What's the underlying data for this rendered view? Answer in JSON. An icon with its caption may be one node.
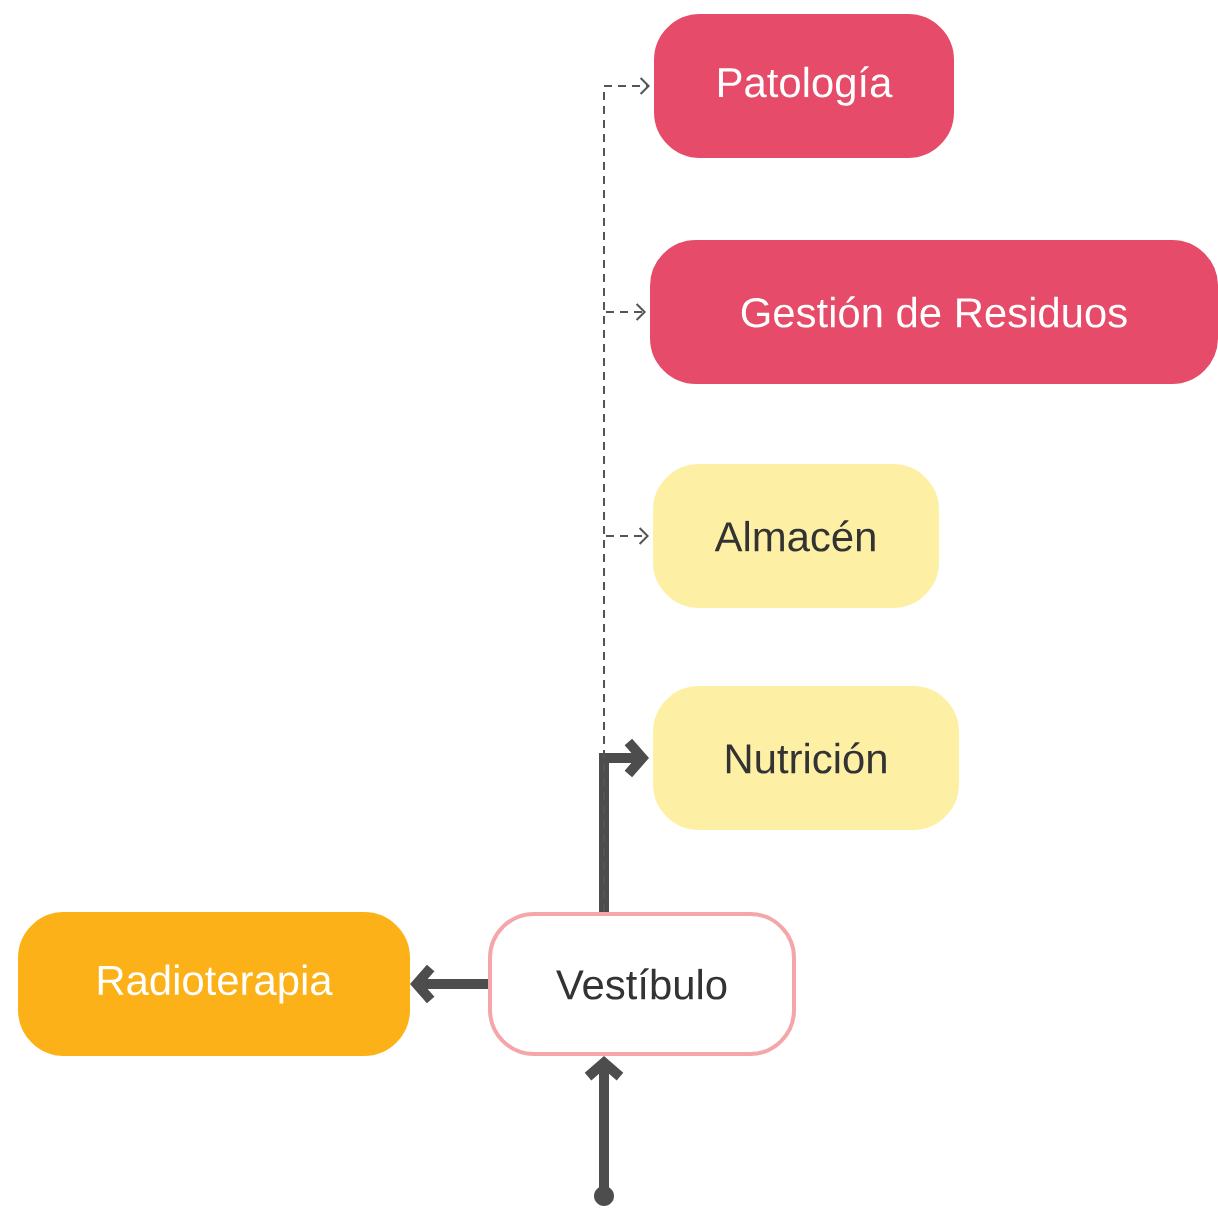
{
  "diagram": {
    "nodes": [
      {
        "text": [
          "Patología"
        ]
      },
      {
        "text": [
          "Gestión de Residuos"
        ]
      },
      {
        "text": [
          "Almacén"
        ]
      },
      {
        "text": [
          "Nutrición"
        ]
      },
      {
        "text": [
          "Radioterapia"
        ]
      },
      {
        "text": [
          "Vestíbulo"
        ]
      }
    ],
    "edges": [
      {
        "from": null,
        "to": 5,
        "arrow": "to",
        "style": "thick"
      },
      {
        "from": 5,
        "to": 4,
        "arrow": "to",
        "style": "thick"
      },
      {
        "from": 5,
        "to": 3,
        "arrow": "to",
        "style": "thick"
      },
      {
        "from": 5,
        "to": 2,
        "arrow": "to",
        "style": "dashed"
      },
      {
        "from": 5,
        "to": 1,
        "arrow": "to",
        "style": "dashed"
      },
      {
        "from": 5,
        "to": 0,
        "arrow": "to",
        "style": "dashed"
      }
    ]
  }
}
